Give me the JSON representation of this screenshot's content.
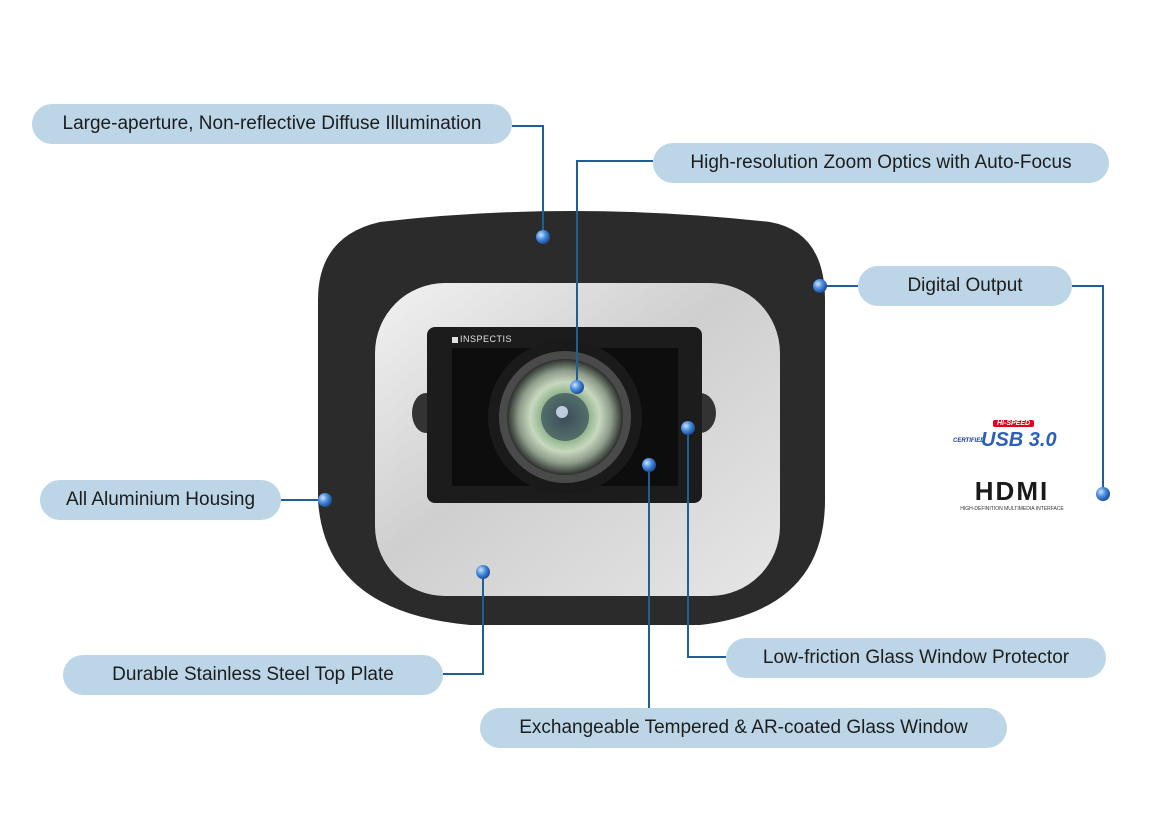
{
  "callouts": {
    "illumination": "Large-aperture, Non-reflective Diffuse Illumination",
    "zoom_optics": "High-resolution Zoom Optics with Auto-Focus",
    "digital_output": "Digital Output",
    "housing": "All Aluminium Housing",
    "top_plate": "Durable Stainless Steel Top Plate",
    "glass_protector": "Low-friction Glass Window Protector",
    "glass_window": "Exchangeable Tempered & AR-coated Glass Window"
  },
  "device": {
    "brand": "INSPECTIS"
  },
  "logos": {
    "usb_badge": "HI-SPEED",
    "usb_certified": "CERTIFIED",
    "usb_text": "USB 3.0",
    "hdmi_text": "HDMI",
    "hdmi_sub": "HIGH-DEFINITION MULTIMEDIA INTERFACE"
  },
  "colors": {
    "label_bg": "#bcd6e8",
    "leader_line": "#1f5f96",
    "dot": "#3a7fd0",
    "housing": "#2b2b2b",
    "plate": "#d9d9d9"
  }
}
